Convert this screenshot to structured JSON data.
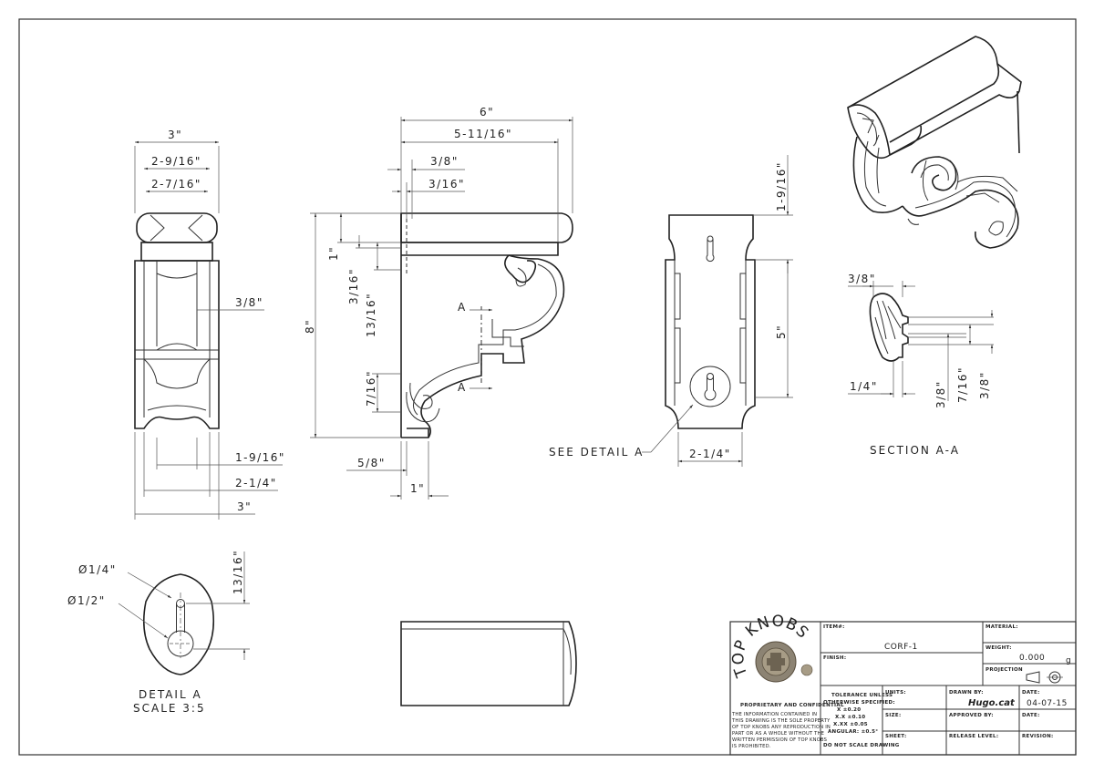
{
  "views": {
    "front": {
      "dims": [
        "3\"",
        "2-9/16\"",
        "2-7/16\"",
        "3/8\"",
        "1-9/16\"",
        "2-1/4\"",
        "3\""
      ]
    },
    "side": {
      "dims": [
        "6\"",
        "5-11/16\"",
        "3/8\"",
        "3/16\"",
        "1\"",
        "3/16\"",
        "13/16\"",
        "8\"",
        "7/16\"",
        "5/8\"",
        "1\""
      ],
      "section_marks": [
        "A",
        "A"
      ]
    },
    "back": {
      "dims": [
        "1-9/16\"",
        "5\"",
        "2-1/4\""
      ],
      "callout": "SEE DETAIL A"
    },
    "section": {
      "dims": [
        "3/8\"",
        "1/4\"",
        "3/8\"",
        "7/16\"",
        "3/8\""
      ],
      "label": "SECTION  A-A"
    },
    "detail": {
      "dia_small": "Ø1/4\"",
      "dia_large": "Ø1/2\"",
      "height": "13/16\"",
      "label": "DETAIL A",
      "scale": "SCALE 3:5"
    }
  },
  "title_block": {
    "logo_text": "TOP KNOBS",
    "proprietary": "PROPRIETARY AND CONFIDENTIAL",
    "notice": [
      "THE INFORMATION CONTAINED IN",
      "THIS DRAWING IS THE SOLE PROPERTY",
      "OF TOP KNOBS ANY REPRODUCTION IN",
      "PART OR AS A WHOLE WITHOUT THE",
      "WRITTEN PERMISSION OF TOP KNOBS",
      "IS PROHIBITED."
    ],
    "item_label": "ITEM#:",
    "item_value": "CORF-1",
    "finish_label": "FINISH:",
    "material_label": "MATERIAL:",
    "weight_label": "WEIGHT:",
    "weight_value": "0.000",
    "weight_unit": "g",
    "projection_label": "PROJECTION",
    "tolerance": [
      "TOLERANCE UNLESS",
      "OTHERWISE SPECIFIED:",
      "X    ±0.20",
      "X.X   ±0.10",
      "X.XX  ±0.05",
      "ANGULAR: ±0.5°"
    ],
    "no_scale": "DO NOT SCALE DRAWING",
    "units_label": "UNITS:",
    "size_label": "SIZE:",
    "sheet_label": "SHEET:",
    "drawn_label": "DRAWN BY:",
    "drawn_value": "Hugo.cat",
    "approved_label": "APPROVED BY:",
    "release_label": "RELEASE LEVEL:",
    "date_label": "DATE:",
    "date_value": "04-07-15",
    "date2_label": "DATE:",
    "revision_label": "REVISION:"
  },
  "colors": {
    "line": "#333333",
    "logo": "#8b2a2a",
    "logo_metal": "#7a6f5c"
  }
}
